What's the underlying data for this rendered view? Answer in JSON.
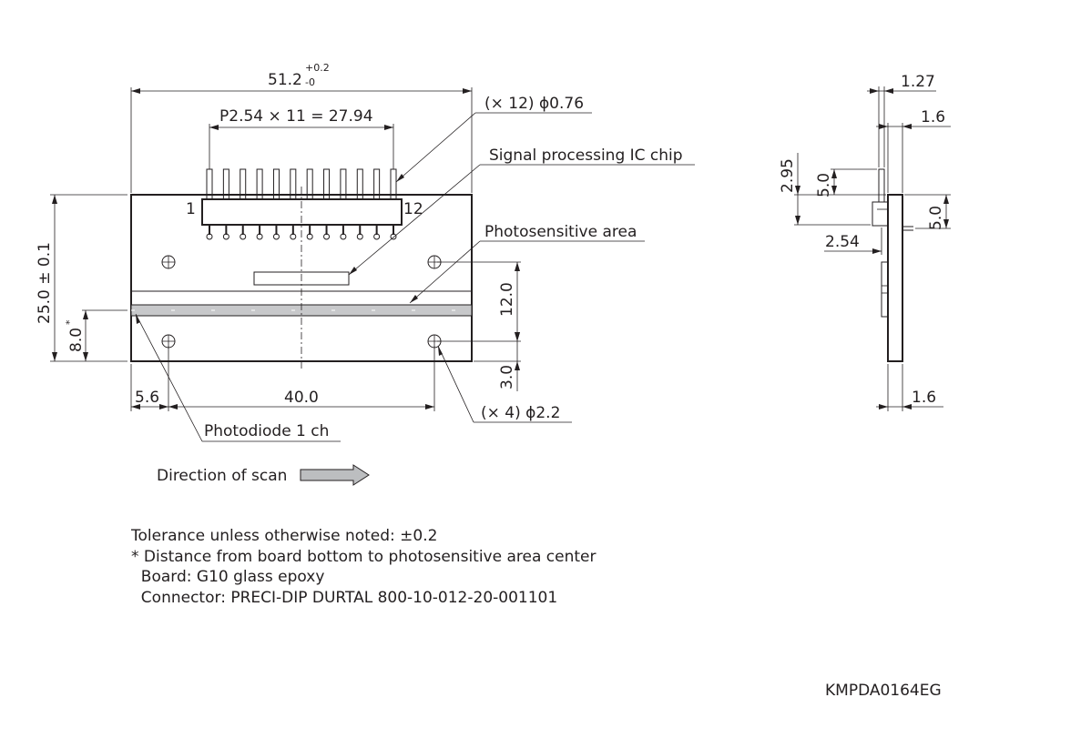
{
  "dimensions": {
    "overall_width": "51.2",
    "overall_width_tol_upper": "+0.2",
    "overall_width_tol_lower": "-0",
    "pin_pitch": "P2.54 × 11 = 27.94",
    "pin_diameter": "(× 12) ϕ0.76",
    "height": "25.0 ± 0.1",
    "pa_height": "8.0",
    "pa_height_note_mark": "*",
    "hole_spacing_v": "12.0",
    "hole_offset_bottom": "3.0",
    "hole_offset_left": "5.6",
    "hole_spacing_h": "40.0",
    "hole_diameter": "(× 4) ϕ2.2",
    "pin_first": "1",
    "pin_last": "12",
    "side_pin_width": "1.27",
    "side_connector": "1.6",
    "side_height_a": "2.95",
    "side_height_b": "5.0",
    "side_height_c": "5.0",
    "side_pin_offset": "2.54",
    "side_board_thickness": "1.6"
  },
  "labels": {
    "ic_chip": "Signal processing IC chip",
    "photosensitive_area": "Photosensitive area",
    "photodiode": "Photodiode 1 ch",
    "scan_direction": "Direction of scan"
  },
  "notes": {
    "tolerance": "Tolerance unless otherwise noted: ±0.2",
    "asterisk": "* Distance from board bottom to photosensitive area center",
    "board": "  Board: G10 glass epoxy",
    "connector": "  Connector: PRECI-DIP DURTAL 800-10-012-20-001101"
  },
  "drawing_code": "KMPDA0164EG"
}
